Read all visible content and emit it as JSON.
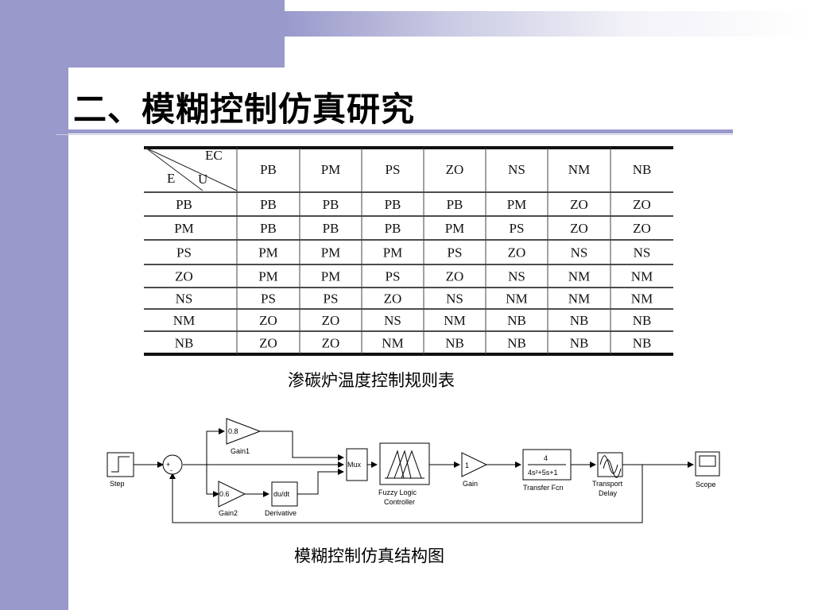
{
  "title": "二、模糊控制仿真研究",
  "table": {
    "corner": {
      "ec": "EC",
      "e": "E",
      "u": "U"
    },
    "columns": [
      "PB",
      "PM",
      "PS",
      "ZO",
      "NS",
      "NM",
      "NB"
    ],
    "rows": [
      {
        "label": "PB",
        "cells": [
          "PB",
          "PB",
          "PB",
          "PB",
          "PM",
          "ZO",
          "ZO"
        ]
      },
      {
        "label": "PM",
        "cells": [
          "PB",
          "PB",
          "PB",
          "PM",
          "PS",
          "ZO",
          "ZO"
        ]
      },
      {
        "label": "PS",
        "cells": [
          "PM",
          "PM",
          "PM",
          "PS",
          "ZO",
          "NS",
          "NS"
        ]
      },
      {
        "label": "ZO",
        "cells": [
          "PM",
          "PM",
          "PS",
          "ZO",
          "NS",
          "NM",
          "NM"
        ]
      },
      {
        "label": "NS",
        "cells": [
          "PS",
          "PS",
          "ZO",
          "NS",
          "NM",
          "NM",
          "NM"
        ]
      },
      {
        "label": "NM",
        "cells": [
          "ZO",
          "ZO",
          "NS",
          "NM",
          "NB",
          "NB",
          "NB"
        ]
      },
      {
        "label": "NB",
        "cells": [
          "ZO",
          "ZO",
          "NM",
          "NB",
          "NB",
          "NB",
          "NB"
        ]
      }
    ]
  },
  "table_caption": "渗碳炉温度控制规则表",
  "diagram": {
    "step_label": "Step",
    "sum_plus": "+",
    "sum_minus": "-",
    "gain1_value": "0.8",
    "gain1_label": "Gain1",
    "gain2_value": "0.6",
    "gain2_label": "Gain2",
    "derivative_text": "du/dt",
    "derivative_label": "Derivative",
    "mux_text": "Mux",
    "fuzzy_label_1": "Fuzzy Logic",
    "fuzzy_label_2": "Controller",
    "gain_value": "1",
    "gain_label": "Gain",
    "tf_num": "4",
    "tf_den": "4s²+5s+1",
    "tf_label": "Transfer Fcn",
    "delay_label_1": "Transport",
    "delay_label_2": "Delay",
    "scope_label": "Scope"
  },
  "diagram_caption": "模糊控制仿真结构图"
}
